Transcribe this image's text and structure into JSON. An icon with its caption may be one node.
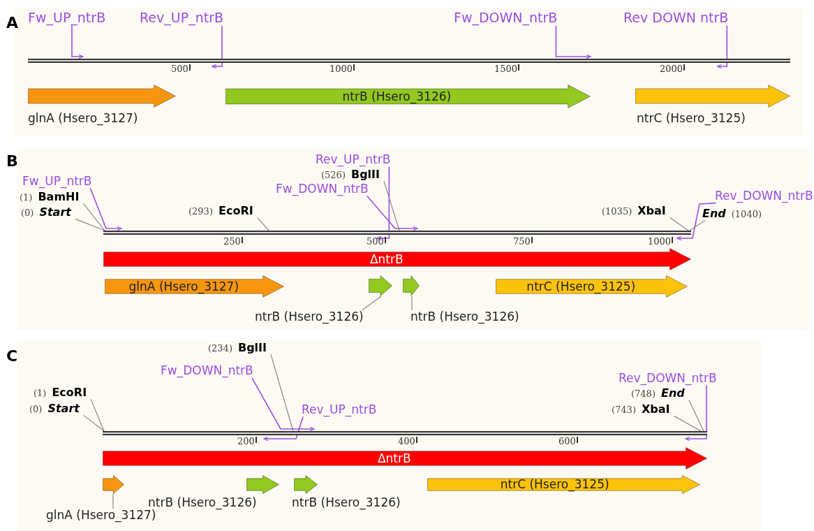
{
  "diagram": {
    "nodes": [
      {
        "text": [
          "A"
        ]
      },
      {
        "text": [
          "Fw_UP_ntrB"
        ],
        "in": 0
      },
      {
        "text": [
          "Rev_UP_ntrB"
        ],
        "in": 0
      },
      {
        "text": [
          "Fw_DOWN_ntrB"
        ],
        "in": 0
      },
      {
        "text": [
          "Rev DOWN ntrB"
        ],
        "in": 0
      },
      {
        "text": [],
        "shape": "bar",
        "in": 0
      },
      {
        "text": [],
        "shape": "arrow",
        "in": 0,
        "beside": [
          "glnA (Hsero_3127)"
        ]
      },
      {
        "text": [
          "ntrB (Hsero_3126)"
        ],
        "in": 0
      },
      {
        "text": [],
        "shape": "arrow",
        "in": 0,
        "beside": [
          "ntrC (Hsero_3125)"
        ]
      },
      {
        "text": [
          "B"
        ]
      },
      {
        "text": [
          "Fw_UP_ntrB"
        ],
        "in": 9
      },
      {
        "text": [
          "(1)",
          "BamHI"
        ],
        "in": 9
      },
      {
        "text": [
          "(0)",
          "Start"
        ],
        "in": 9
      },
      {
        "text": [
          "(293)",
          "EcoRI"
        ],
        "in": 9
      },
      {
        "text": [
          "Rev_UP_ntrB"
        ],
        "in": 9
      },
      {
        "text": [
          "(526)",
          "BglII"
        ],
        "in": 9
      },
      {
        "text": [
          "Fw_DOWN_ntrB"
        ],
        "in": 9
      },
      {
        "text": [
          "(1035)",
          "XbaI"
        ],
        "in": 9
      },
      {
        "text": [
          "Rev_DOWN_ntrB"
        ],
        "in": 9
      },
      {
        "text": [
          "End",
          "(1040)"
        ],
        "in": 9
      },
      {
        "text": [],
        "shape": "bar",
        "in": 9
      },
      {
        "text": [
          "ΔntrB"
        ],
        "in": 9
      },
      {
        "text": [
          "glnA (Hsero_3127)"
        ],
        "in": 9
      },
      {
        "text": [],
        "shape": "arrow",
        "in": 9
      },
      {
        "text": [],
        "shape": "arrow",
        "in": 9
      },
      {
        "text": [
          "ntrC (Hsero_3125)"
        ],
        "in": 9
      },
      {
        "text": [
          "ntrB (Hsero_3126)"
        ],
        "in": 9
      },
      {
        "text": [
          "ntrB (Hsero_3126)"
        ],
        "in": 9
      },
      {
        "text": [
          "C"
        ]
      },
      {
        "text": [
          "(234)",
          "BglII"
        ],
        "in": 28
      },
      {
        "text": [
          "Fw_DOWN_ntrB"
        ],
        "in": 28
      },
      {
        "text": [
          "(1)",
          "EcoRI"
        ],
        "in": 28
      },
      {
        "text": [
          "(0)",
          "Start"
        ],
        "in": 28
      },
      {
        "text": [
          "Rev_UP_ntrB"
        ],
        "in": 28
      },
      {
        "text": [
          "Rev_DOWN_ntrB"
        ],
        "in": 28
      },
      {
        "text": [
          "(748)",
          "End"
        ],
        "in": 28
      },
      {
        "text": [
          "(743)",
          "XbaI"
        ],
        "in": 28
      },
      {
        "text": [],
        "shape": "bar",
        "in": 28
      },
      {
        "text": [
          "ΔntrB"
        ],
        "in": 28
      },
      {
        "text": [],
        "shape": "arrow",
        "in": 28
      },
      {
        "text": [],
        "shape": "arrow",
        "in": 28,
        "beside": [
          "ntrB (Hsero_3126)"
        ]
      },
      {
        "text": [],
        "shape": "arrow",
        "in": 28,
        "beside": [
          "ntrB (Hsero_3126)"
        ]
      },
      {
        "text": [
          "ntrC (Hsero_3125)"
        ],
        "in": 28
      },
      {
        "text": [
          "glnA (Hsero_3127)"
        ],
        "in": 28
      }
    ],
    "edges": [
      {
        "from": 1,
        "to": 5,
        "arrow": "to"
      },
      {
        "from": 2,
        "to": 5,
        "arrow": "to"
      },
      {
        "from": 3,
        "to": 5,
        "arrow": "to"
      },
      {
        "from": 4,
        "to": 5,
        "arrow": "to"
      },
      {
        "from": 10,
        "to": 20,
        "arrow": "to"
      },
      {
        "from": 11,
        "to": 20,
        "arrow": "none"
      },
      {
        "from": 12,
        "to": 20,
        "arrow": "none"
      },
      {
        "from": 13,
        "to": 20,
        "arrow": "none"
      },
      {
        "from": 14,
        "to": 20,
        "arrow": "to"
      },
      {
        "from": 15,
        "to": 20,
        "arrow": "none"
      },
      {
        "from": 16,
        "to": 20,
        "arrow": "to"
      },
      {
        "from": 17,
        "to": 20,
        "arrow": "none"
      },
      {
        "from": 18,
        "to": 20,
        "arrow": "to"
      },
      {
        "from": 19,
        "to": 20,
        "arrow": "none"
      },
      {
        "from": 26,
        "to": 23,
        "arrow": "none"
      },
      {
        "from": 27,
        "to": 24,
        "arrow": "none"
      },
      {
        "from": 29,
        "to": 37,
        "arrow": "none"
      },
      {
        "from": 30,
        "to": 37,
        "arrow": "to"
      },
      {
        "from": 31,
        "to": 37,
        "arrow": "none"
      },
      {
        "from": 32,
        "to": 37,
        "arrow": "none"
      },
      {
        "from": 33,
        "to": 37,
        "arrow": "to"
      },
      {
        "from": 34,
        "to": 37,
        "arrow": "to"
      },
      {
        "from": 35,
        "to": 37,
        "arrow": "none"
      },
      {
        "from": 36,
        "to": 37,
        "arrow": "none"
      },
      {
        "from": 43,
        "to": 39,
        "arrow": "none"
      }
    ],
    "labels": [
      "500",
      "1000",
      "1500",
      "2000",
      "250",
      "500",
      "750",
      "1000",
      "200",
      "400",
      "600"
    ]
  }
}
